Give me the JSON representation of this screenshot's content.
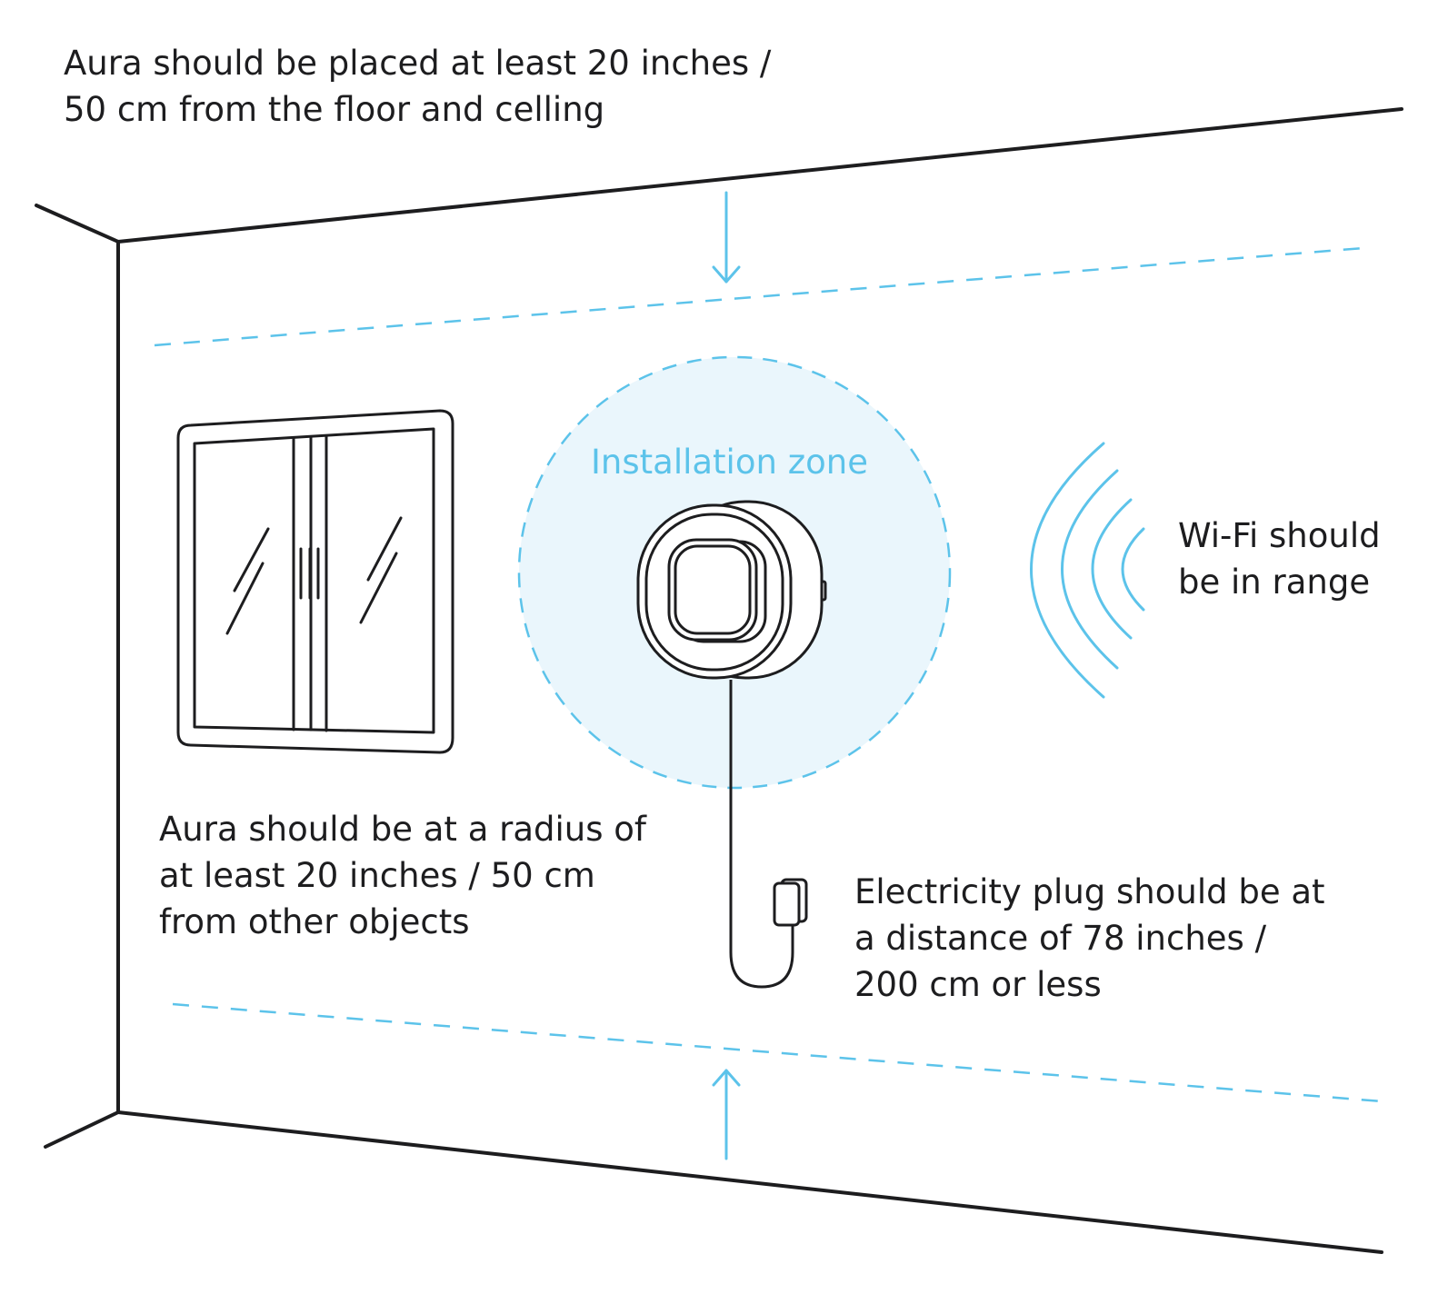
{
  "notes": {
    "floor_ceiling": {
      "line1": "Aura should be placed at least 20 inches /",
      "line2": "50 cm from the floor and celling"
    },
    "zone_label": "Installation zone",
    "wifi": {
      "line1": "Wi-Fi should",
      "line2": "be in range"
    },
    "radius": {
      "line1": "Aura should be at a radius of",
      "line2": "at least 20 inches / 50 cm",
      "line3": "from other objects"
    },
    "plug": {
      "line1": "Electricity plug should be at",
      "line2": "a distance of 78 inches /",
      "line3": "200 cm or less"
    }
  },
  "colors": {
    "ink": "#1d1d1f",
    "accent": "#5cc3ea",
    "zone_fill": "#eaf6fc"
  },
  "icons": {
    "wifi": "wifi-waves-icon",
    "device": "aura-device-icon",
    "plug": "power-plug-icon",
    "window": "window-icon",
    "arrow_down": "arrow-down-icon",
    "arrow_up": "arrow-up-icon"
  }
}
